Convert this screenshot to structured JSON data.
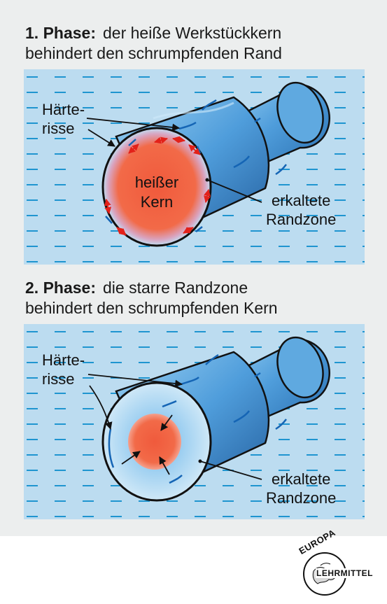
{
  "phase1": {
    "title_bold": "1. Phase:",
    "title_rest": "der heiße Werkstückkern",
    "title_line2": "behindert den schrumpfenden Rand",
    "label_cracks_line1": "Härte-",
    "label_cracks_line2": "risse",
    "label_core_line1": "heißer",
    "label_core_line2": "Kern",
    "label_zone_line1": "erkaltete",
    "label_zone_line2": "Randzone"
  },
  "phase2": {
    "title_bold": "2. Phase:",
    "title_rest": "die starre Randzone",
    "title_line2": "behindert den schrumpfenden Kern",
    "label_cracks_line1": "Härte-",
    "label_cracks_line2": "risse",
    "label_zone_line1": "erkaltete",
    "label_zone_line2": "Randzone"
  },
  "logo": {
    "line1": "EUROPA",
    "line2": "LEHRMITTEL"
  },
  "colors": {
    "water": "#bcdcf0",
    "water_dash": "#1f95d0",
    "steel": "#4f9ddb",
    "steel_dark": "#1a5d9c",
    "hot_core": "#f05a3c",
    "arrow_red": "#e32119",
    "crack": "#1565b5"
  }
}
